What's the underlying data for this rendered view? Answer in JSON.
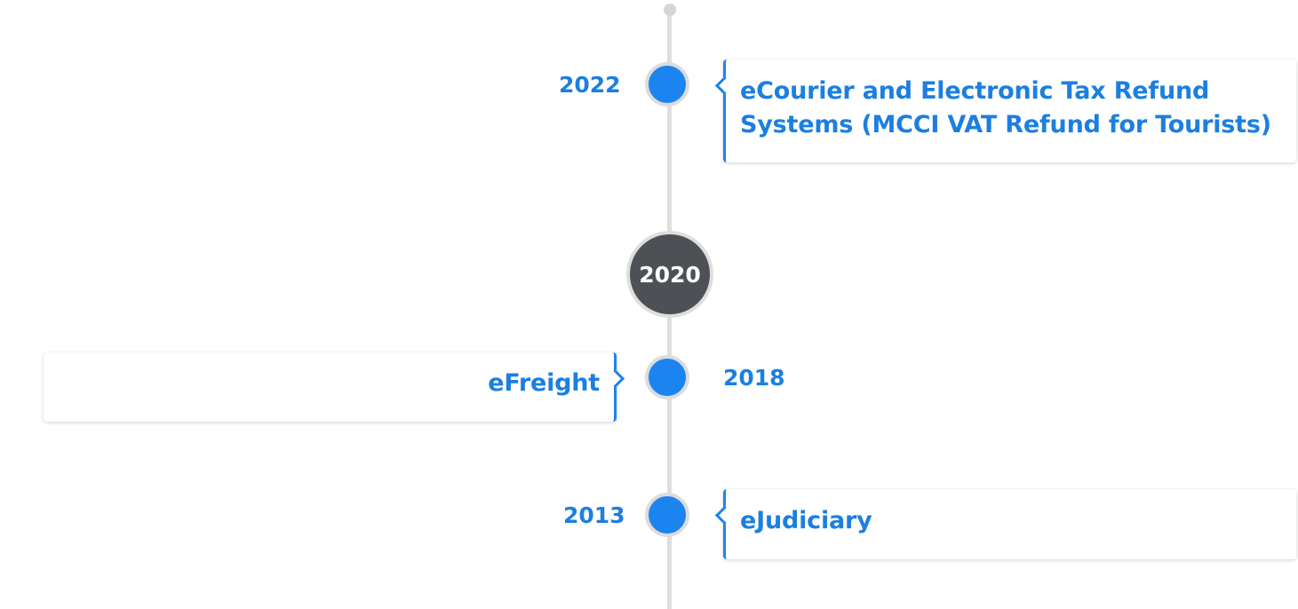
{
  "timeline": {
    "milestone_year": "2020",
    "entries": [
      {
        "year": "2022",
        "title": "eCourier and Electronic Tax Refund Systems (MCCI VAT Refund for Tourists)",
        "side": "right"
      },
      {
        "year": "2018",
        "title": "eFreight",
        "side": "left"
      },
      {
        "year": "2013",
        "title": "eJudiciary",
        "side": "right"
      }
    ]
  },
  "colors": {
    "accent": "#1c84ef",
    "text_accent": "#1c7fe0",
    "milestone": "#4d5156",
    "spine": "#dedede"
  }
}
